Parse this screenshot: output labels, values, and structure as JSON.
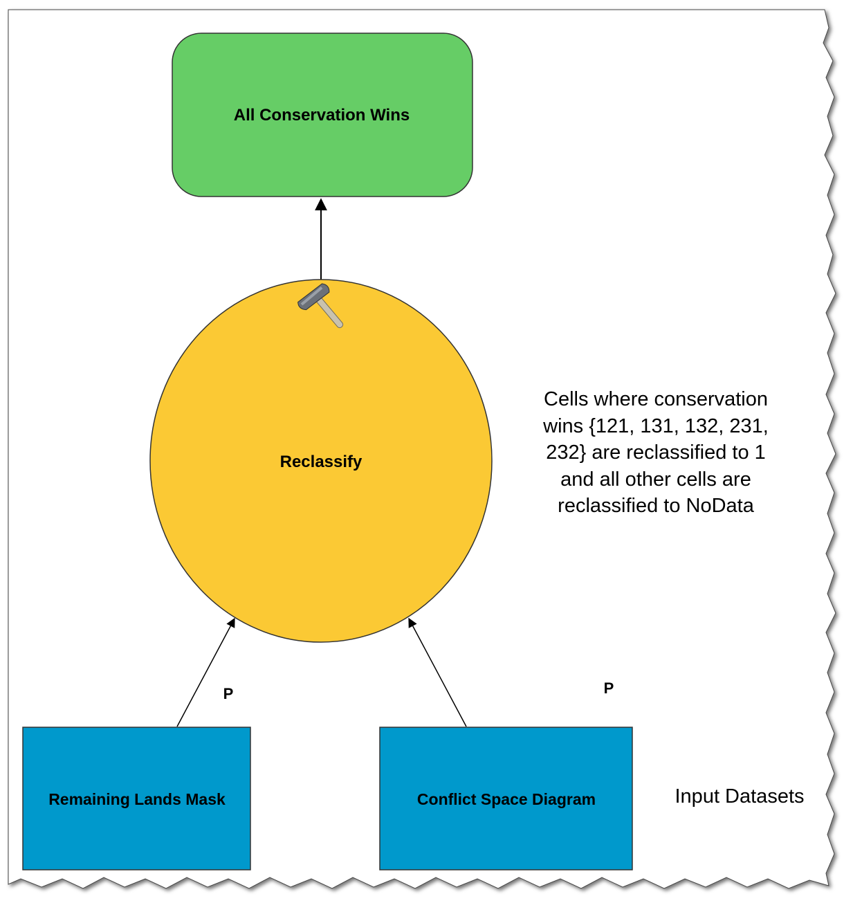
{
  "diagram": {
    "output_node": {
      "label": "All Conservation Wins",
      "color": "#66cd66"
    },
    "tool_node": {
      "label": "Reclassify",
      "color": "#fbc934",
      "icon": "hammer-icon"
    },
    "input_nodes": [
      {
        "label": "Remaining Lands Mask",
        "color": "#0099cc"
      },
      {
        "label": "Conflict Space Diagram",
        "color": "#0099cc"
      }
    ],
    "parameter_markers": [
      "P",
      "P"
    ],
    "annotation": [
      "Cells where conservation",
      "wins {121, 131, 132, 231,",
      "232} are reclassified to 1",
      "and all other cells are",
      "reclassified to NoData"
    ],
    "input_caption": "Input Datasets"
  }
}
